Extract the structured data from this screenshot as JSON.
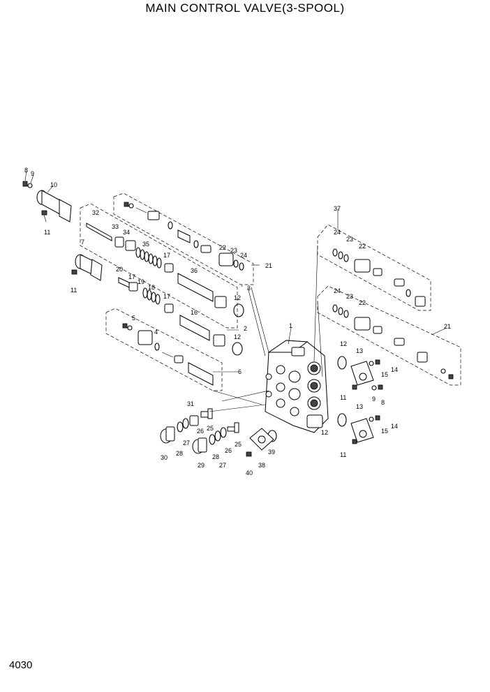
{
  "title": "MAIN CONTROL VALVE(3-SPOOL)",
  "page_number": "4030",
  "callouts": {
    "c1": "1",
    "c2": "2",
    "c3": "3",
    "c4": "4",
    "c5": "5",
    "c6": "6",
    "c7": "7",
    "c8a": "8",
    "c8b": "8",
    "c9a": "9",
    "c9b": "9",
    "c10": "10",
    "c11a": "11",
    "c11b": "11",
    "c11c": "11",
    "c11d": "11",
    "c12a": "12",
    "c12b": "12",
    "c12c": "12",
    "c12d": "12",
    "c12e": "12",
    "c13a": "13",
    "c13b": "13",
    "c14a": "14",
    "c14b": "14",
    "c15a": "15",
    "c15b": "15",
    "c16": "16",
    "c17a": "17",
    "c17b": "17",
    "c17c": "17",
    "c18": "18",
    "c19": "19",
    "c20": "20",
    "c21a": "21",
    "c21b": "21",
    "c22a": "22",
    "c22b": "22",
    "c22c": "22",
    "c23a": "23",
    "c23b": "23",
    "c23c": "23",
    "c24a": "24",
    "c24b": "24",
    "c24c": "24",
    "c25a": "25",
    "c25b": "25",
    "c26a": "26",
    "c26b": "26",
    "c27a": "27",
    "c27b": "27",
    "c28a": "28",
    "c28b": "28",
    "c29": "29",
    "c30": "30",
    "c31": "31",
    "c32": "32",
    "c33": "33",
    "c34": "34",
    "c35": "35",
    "c36": "36",
    "c37": "37",
    "c38": "38",
    "c39": "39",
    "c40": "40"
  }
}
